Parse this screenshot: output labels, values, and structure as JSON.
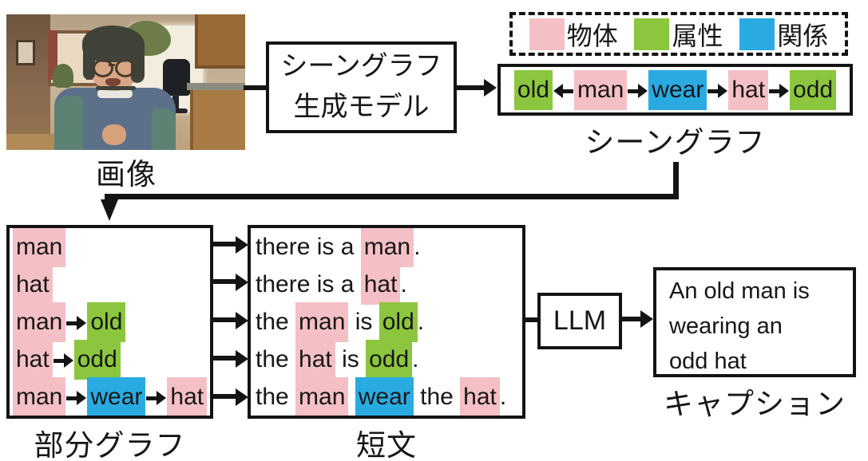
{
  "colors": {
    "object": "#f5c0c5",
    "attribute": "#8cc63e",
    "relation": "#29abe2",
    "line": "#141414"
  },
  "legend": {
    "items": [
      {
        "label": "物体",
        "type": "object"
      },
      {
        "label": "属性",
        "type": "attribute"
      },
      {
        "label": "関係",
        "type": "relation"
      }
    ]
  },
  "photo": {
    "label": "画像",
    "description": "old man wearing dark hat and glasses in a kitchen"
  },
  "model_box": {
    "line1": "シーングラフ",
    "line2": "生成モデル"
  },
  "scene_graph": {
    "label": "シーングラフ",
    "words": [
      {
        "text": "old",
        "type": "attribute"
      },
      {
        "text": "man",
        "type": "object"
      },
      {
        "text": "wear",
        "type": "relation"
      },
      {
        "text": "hat",
        "type": "object"
      },
      {
        "text": "odd",
        "type": "attribute"
      }
    ]
  },
  "subgraphs": {
    "label": "部分グラフ",
    "rows": [
      {
        "words": [
          {
            "text": "man",
            "type": "object"
          }
        ]
      },
      {
        "words": [
          {
            "text": "hat",
            "type": "object"
          }
        ]
      },
      {
        "words": [
          {
            "text": "man",
            "type": "object"
          },
          {
            "text": "old",
            "type": "attribute"
          }
        ]
      },
      {
        "words": [
          {
            "text": "hat",
            "type": "object"
          },
          {
            "text": "odd",
            "type": "attribute"
          }
        ]
      },
      {
        "words": [
          {
            "text": "man",
            "type": "object"
          },
          {
            "text": "wear",
            "type": "relation"
          },
          {
            "text": "hat",
            "type": "object"
          }
        ]
      }
    ]
  },
  "sentences": {
    "label": "短文",
    "rows": [
      {
        "segments": [
          {
            "text": "there is a ",
            "type": "plain"
          },
          {
            "text": "man",
            "type": "object"
          },
          {
            "text": ".",
            "type": "plain"
          }
        ]
      },
      {
        "segments": [
          {
            "text": "there is a ",
            "type": "plain"
          },
          {
            "text": "hat",
            "type": "object"
          },
          {
            "text": ".",
            "type": "plain"
          }
        ]
      },
      {
        "segments": [
          {
            "text": "the ",
            "type": "plain"
          },
          {
            "text": "man",
            "type": "object"
          },
          {
            "text": " is ",
            "type": "plain"
          },
          {
            "text": "old",
            "type": "attribute"
          },
          {
            "text": ".",
            "type": "plain"
          }
        ]
      },
      {
        "segments": [
          {
            "text": "the ",
            "type": "plain"
          },
          {
            "text": "hat",
            "type": "object"
          },
          {
            "text": " is ",
            "type": "plain"
          },
          {
            "text": "odd",
            "type": "attribute"
          },
          {
            "text": ".",
            "type": "plain"
          }
        ]
      },
      {
        "segments": [
          {
            "text": "the ",
            "type": "plain"
          },
          {
            "text": "man",
            "type": "object"
          },
          {
            "text": " ",
            "type": "plain"
          },
          {
            "text": "wear",
            "type": "relation"
          },
          {
            "text": " the ",
            "type": "plain"
          },
          {
            "text": "hat",
            "type": "object"
          },
          {
            "text": ".",
            "type": "plain"
          }
        ]
      }
    ]
  },
  "llm_box": {
    "label": "LLM"
  },
  "caption": {
    "label": "キャプション",
    "text": "An old man is wearing an odd hat",
    "lines": [
      "An old man is",
      "wearing an",
      "odd hat"
    ]
  }
}
